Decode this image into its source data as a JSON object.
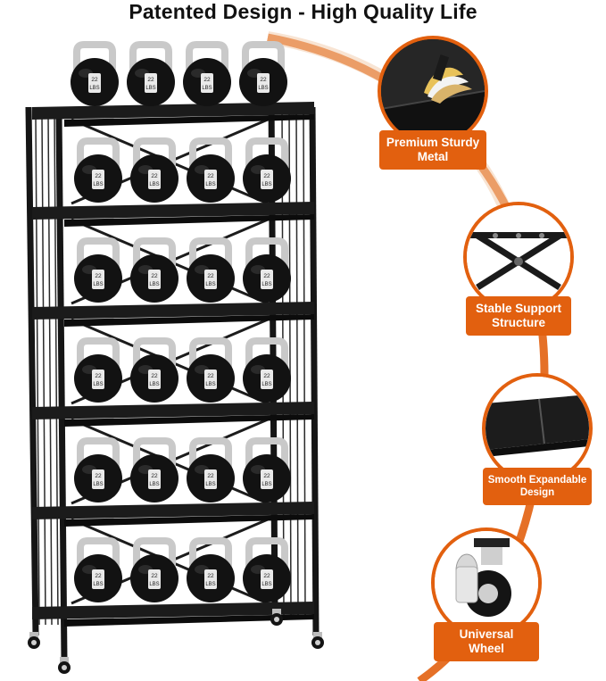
{
  "header": {
    "title": "Patented Design - High Quality Life"
  },
  "kettlebell_label": {
    "weight": "22",
    "unit": "LBS"
  },
  "colors": {
    "accent": "#e2600f",
    "frame": "#151515",
    "handle": "#c9c9c9",
    "background": "#ffffff"
  },
  "features": [
    {
      "icon": "metal-sheet-icon",
      "line1": "Premium Sturdy",
      "line2": "Metal"
    },
    {
      "icon": "cross-brace-icon",
      "line1": "Stable Support",
      "line2": "Structure"
    },
    {
      "icon": "expandable-shelf-icon",
      "line1": "Smooth Expandable",
      "line2": "Design"
    },
    {
      "icon": "caster-wheel-icon",
      "line1": "Universal",
      "line2": "Wheel"
    }
  ],
  "shelf": {
    "tiers": 6,
    "kettlebells_per_tier": 4
  }
}
